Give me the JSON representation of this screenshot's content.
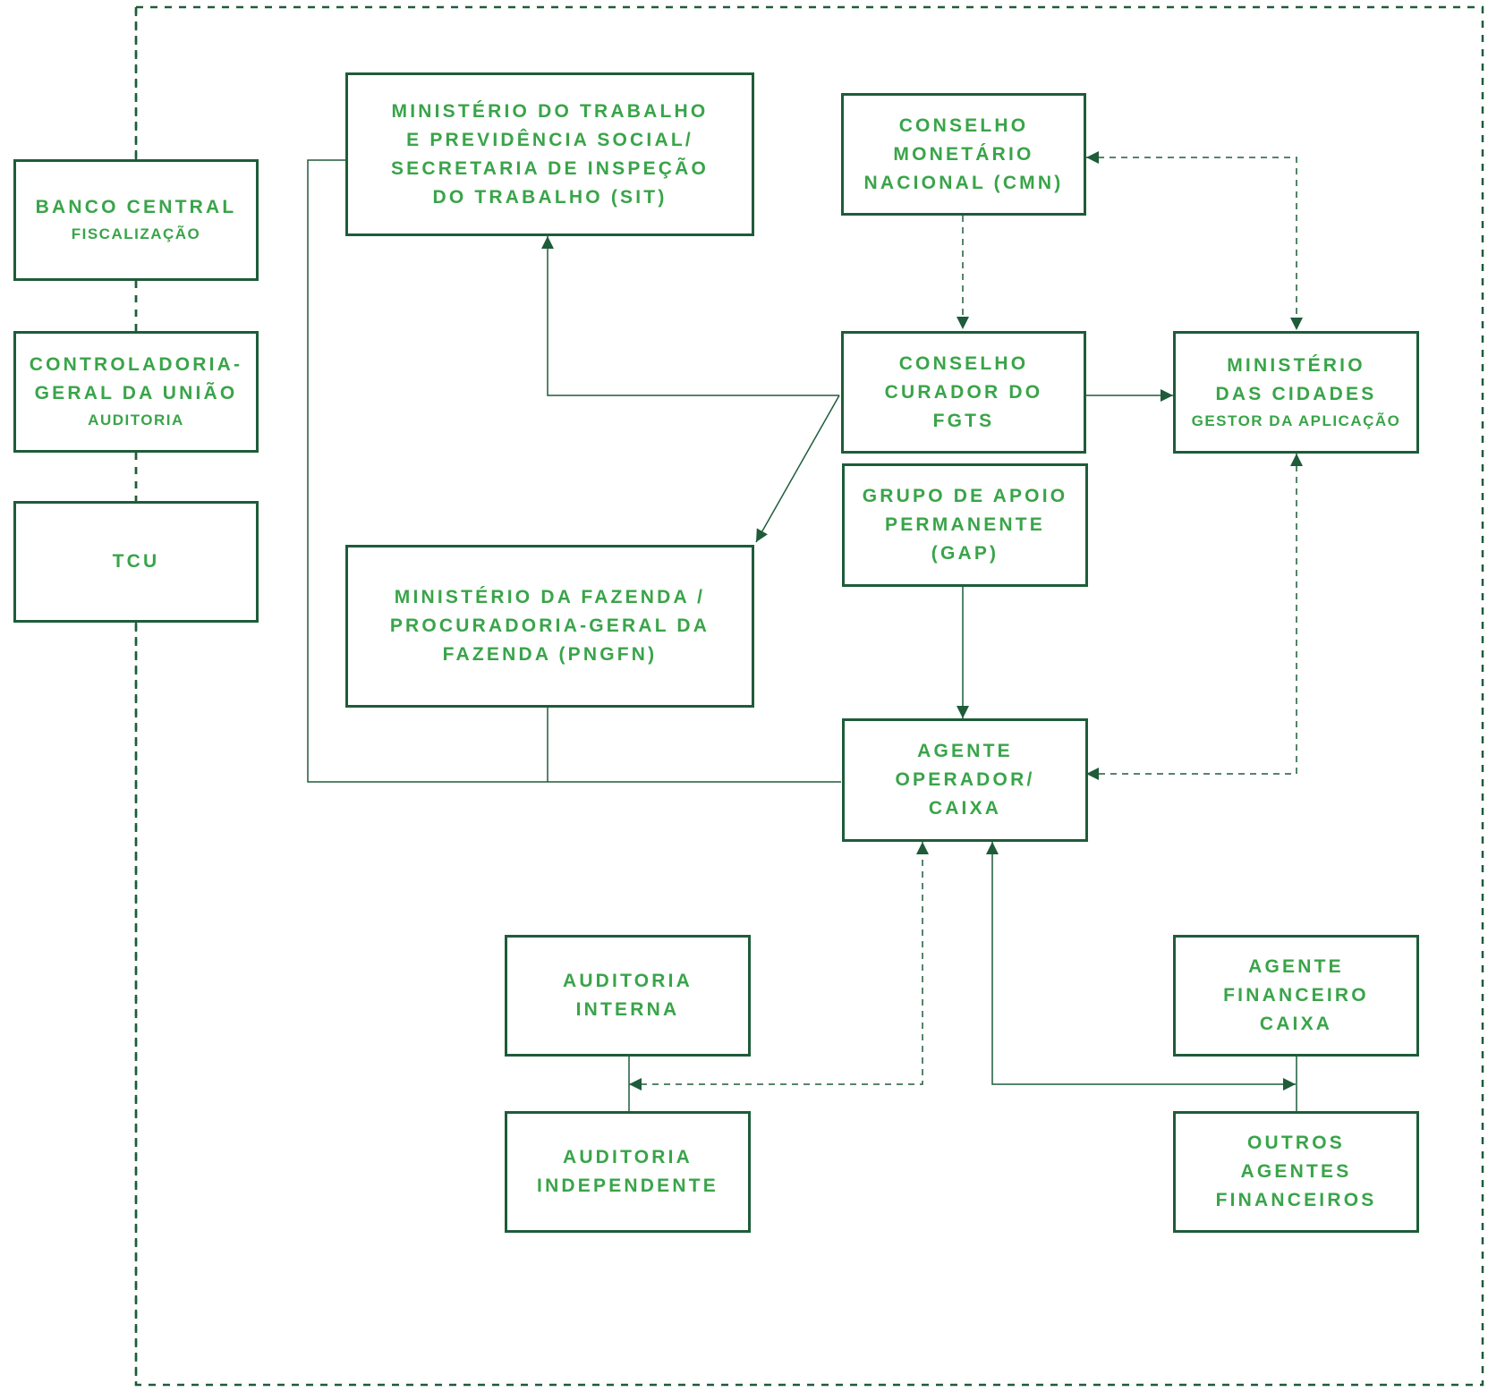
{
  "colors": {
    "border": "#1e5c3a",
    "text": "#39a449",
    "line": "#1e5c3a"
  },
  "boxes": {
    "banco_central": {
      "lines": [
        "BANCO CENTRAL"
      ],
      "sub": "FISCALIZAÇÃO"
    },
    "cgu": {
      "lines": [
        "CONTROLADORIA-",
        "GERAL DA UNIÃO"
      ],
      "sub": "AUDITORIA"
    },
    "tcu": {
      "lines": [
        "TCU"
      ]
    },
    "mtps": {
      "lines": [
        "MINISTÉRIO DO TRABALHO",
        "E PREVIDÊNCIA SOCIAL/",
        "SECRETARIA DE INSPEÇÃO",
        "DO TRABALHO (SIT)"
      ]
    },
    "cmn": {
      "lines": [
        "CONSELHO",
        "MONETÁRIO",
        "NACIONAL (CMN)"
      ]
    },
    "ccfgts": {
      "lines": [
        "CONSELHO",
        "CURADOR DO",
        "FGTS"
      ]
    },
    "cidades": {
      "lines": [
        "MINISTÉRIO",
        "DAS CIDADES"
      ],
      "sub": "GESTOR DA APLICAÇÃO"
    },
    "gap": {
      "lines": [
        "GRUPO DE APOIO",
        "PERMANENTE",
        "(GAP)"
      ]
    },
    "fazenda": {
      "lines": [
        "MINISTÉRIO DA FAZENDA /",
        "PROCURADORIA-GERAL DA",
        "FAZENDA (PNGFN)"
      ]
    },
    "agente_operador": {
      "lines": [
        "AGENTE",
        "OPERADOR/",
        "CAIXA"
      ]
    },
    "auditoria_interna": {
      "lines": [
        "AUDITORIA",
        "INTERNA"
      ]
    },
    "auditoria_independente": {
      "lines": [
        "AUDITORIA",
        "INDEPENDENTE"
      ]
    },
    "agente_financeiro": {
      "lines": [
        "AGENTE",
        "FINANCEIRO",
        "CAIXA"
      ]
    },
    "outros_agentes": {
      "lines": [
        "OUTROS",
        "AGENTES",
        "FINANCEIROS"
      ]
    }
  }
}
